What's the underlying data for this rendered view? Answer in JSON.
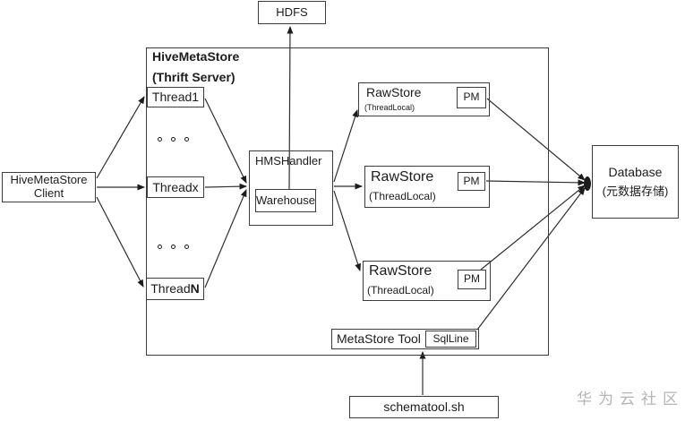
{
  "diagram": {
    "hdfs_label": "HDFS",
    "server_box": {
      "title_line1": "HiveMetaStore",
      "title_line2": "(Thrift Server)"
    },
    "client": {
      "line1": "HiveMetaStore",
      "line2": "Client"
    },
    "threads": {
      "thread1": "Thread1",
      "threadx": "Threadx",
      "threadn_prefix": "Thread",
      "threadn_suffix": "N"
    },
    "hmshandler": {
      "label": "HMSHandler",
      "warehouse": "Warehouse"
    },
    "rawstores": [
      {
        "title": "RawStore",
        "sub": "(ThreadLocal)",
        "pm": "PM"
      },
      {
        "title": "RawStore",
        "sub": "(ThreadLocal)",
        "pm": "PM"
      },
      {
        "title": "RawStore",
        "sub": "(ThreadLocal)",
        "pm": "PM"
      }
    ],
    "metastore_tool": {
      "label": "MetaStore Tool",
      "sqlline": "SqlLine"
    },
    "schematool_label": "schematool.sh",
    "database": {
      "title": "Database",
      "sub": "(元数据存储)"
    },
    "watermark": "华为云社区",
    "colors": {
      "line": "#2e2e2e",
      "border": "#3c3c3c",
      "watermark": "#b4b4b4",
      "background": "#ffffff"
    }
  }
}
